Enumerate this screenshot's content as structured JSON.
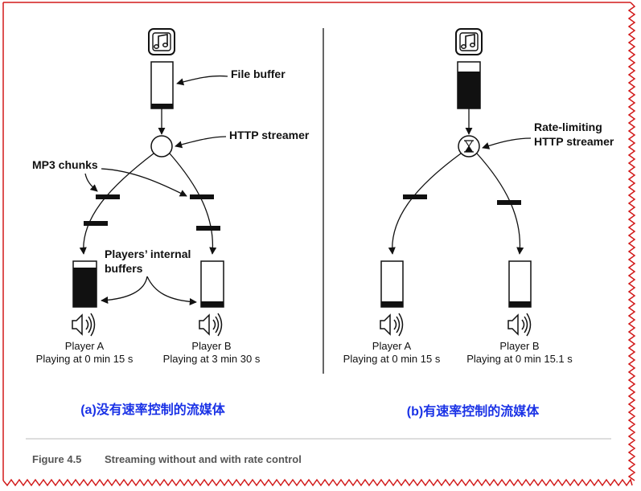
{
  "left_panel": {
    "file_buffer_label": "File buffer",
    "streamer_label": "HTTP streamer",
    "chunks_label": "MP3 chunks",
    "internal_buffers_line1": "Players’ internal",
    "internal_buffers_line2": "buffers",
    "player_a_name": "Player A",
    "player_a_status": "Playing at 0 min 15 s",
    "player_b_name": "Player B",
    "player_b_status": "Playing at 3 min 30 s",
    "caption": "(a)没有速率控制的流媒体"
  },
  "right_panel": {
    "streamer_line1": "Rate-limiting",
    "streamer_line2": "HTTP streamer",
    "player_a_name": "Player A",
    "player_a_status": "Playing at 0 min 15 s",
    "player_b_name": "Player B",
    "player_b_status": "Playing at 0 min 15.1 s",
    "caption": "(b)有速率控制的流媒体"
  },
  "figure": {
    "number": "Figure 4.5",
    "title": "Streaming without and with rate control"
  },
  "colors": {
    "border": "#d21a1a",
    "caption": "#1a32e6",
    "ink": "#111111"
  },
  "icons": [
    "music-file-icon",
    "speaker-icon",
    "hourglass-icon"
  ]
}
